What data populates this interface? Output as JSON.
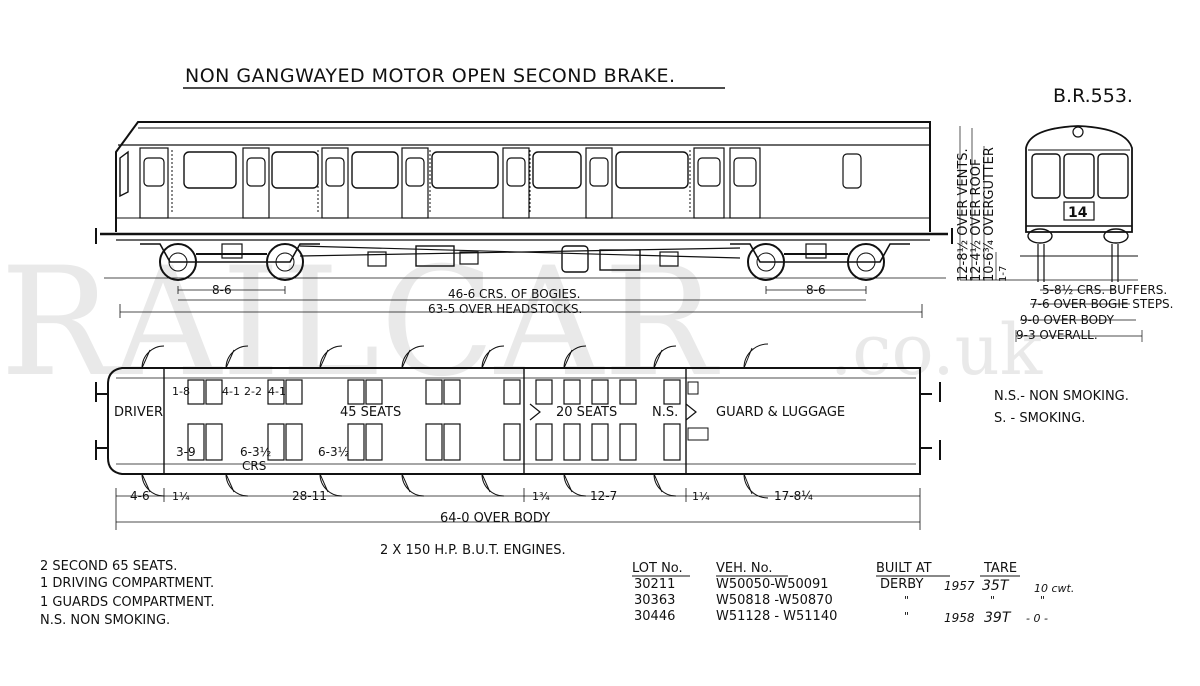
{
  "title": "NON GANGWAYED MOTOR OPEN SECOND BRAKE.",
  "diagram_ref": "B.R.553.",
  "watermark": {
    "main": "RAILCAR",
    "suffix": ".co.uk"
  },
  "side_dims": {
    "bogie_left": "8-6",
    "bogie_right": "8-6",
    "crs_bogies": "46-6 CRS. OF BOGIES.",
    "over_headstocks": "63-5 OVER HEADSTOCKS."
  },
  "end_dims": {
    "over_vents": "12-8½ OVER VENTS.",
    "over_roof": "12-4½ OVER ROOF",
    "over_gutter": "10-6¾ OVERGUTTER",
    "step": "1-7",
    "headcode": "14",
    "crs_buffers": "5-8½ CRS. BUFFERS.",
    "over_bogie_steps": "7-6 OVER BOGIE STEPS.",
    "over_body": "9-0 OVER BODY",
    "overall": "9-3 OVERALL."
  },
  "plan": {
    "driver": "DRIVER",
    "seats_45": "45 SEATS",
    "seats_20": "20 SEATS",
    "ns": "N.S.",
    "guard": "GUARD & LUGGAGE",
    "d_1_8": "1-8",
    "d_4_1a": "4-1",
    "d_2_2": "2-2",
    "d_4_1b": "4-1",
    "d_3_9": "3-9",
    "d_6_3a": "6-3½",
    "crs": "CRS",
    "d_6_3b": "6-3½",
    "bottom": [
      "4-6",
      "1¼",
      "28-11",
      "1¾",
      "12-7",
      "1¼",
      "17-8¼"
    ],
    "over_body": "64-0 OVER BODY"
  },
  "legend_right": [
    "N.S.- NON SMOKING.",
    "S. - SMOKING."
  ],
  "engines": "2 X 150 H.P. B.U.T. ENGINES.",
  "notes": [
    "2 SECOND 65 SEATS.",
    "1 DRIVING COMPARTMENT.",
    "1 GUARDS COMPARTMENT.",
    "N.S. NON SMOKING."
  ],
  "lots": {
    "headers": [
      "LOT No.",
      "VEH. No.",
      "BUILT AT",
      "TARE"
    ],
    "rows": [
      [
        "30211",
        "W50050-W50091",
        "DERBY",
        "1957",
        "35T",
        "10 cwt."
      ],
      [
        "30363",
        "W50818 -W50870",
        "\"",
        "",
        "\"",
        "\""
      ],
      [
        "30446",
        "W51128 - W51140",
        "\"",
        "1958",
        "39T",
        "- 0 -"
      ]
    ]
  }
}
